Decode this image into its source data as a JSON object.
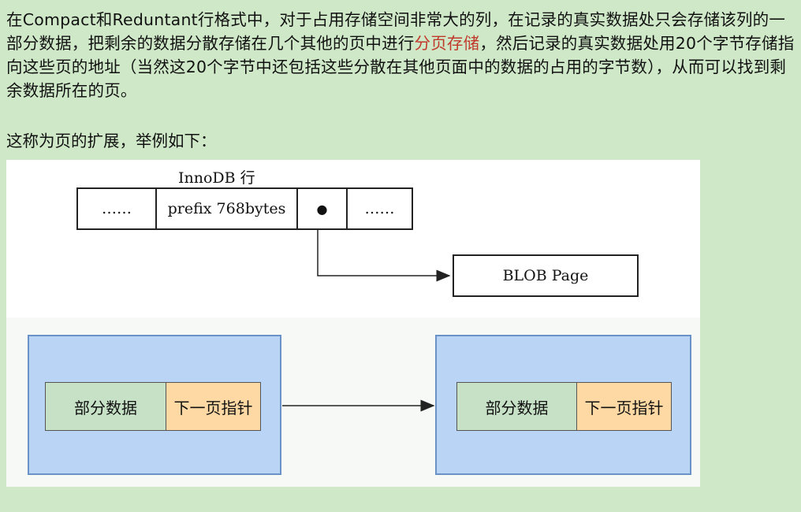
{
  "paragraph": {
    "p1_a": "在Compact和Reduntant行格式中，对于占用存储空间非常大的列，在记录的真实数据处只会存储该列的一部分数据，把剩余的数据分散存储在几个其他的页中进行",
    "p1_highlight": "分页存储",
    "p1_b": "，然后记录的真实数据处用20个字节存储指向这些页的地址（当然这20个字节中还包括这些分散在其他页面中的数据的占用的字节数），从而可以找到剩余数据所在的页。",
    "p2": "这称为页的扩展，举例如下："
  },
  "figure": {
    "row_title": "InnoDB 行",
    "row_cells": [
      "……",
      "prefix 768bytes",
      "●",
      "……"
    ],
    "blob_label": "BLOB Page",
    "pages": [
      {
        "data_label": "部分数据",
        "pointer_label": "下一页指针"
      },
      {
        "data_label": "部分数据",
        "pointer_label": "下一页指针"
      }
    ]
  },
  "colors": {
    "background": "#cfe8c8",
    "highlight": "#c0392b",
    "page_fill": "#b9d4f5",
    "data_cell": "#c7e1c7",
    "pointer_cell": "#ffd9a3"
  }
}
